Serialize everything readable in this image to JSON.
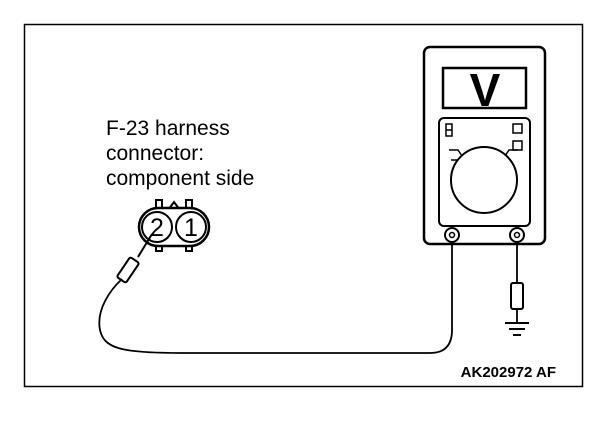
{
  "connector_label": {
    "line1": "F-23 harness",
    "line2": "connector:",
    "line3": "component side"
  },
  "pins": {
    "left": "2",
    "right": "1"
  },
  "figure_code": "AK202972 AF",
  "meter_mode": "V",
  "colors": {
    "line": "#000000",
    "background": "#ffffff"
  }
}
